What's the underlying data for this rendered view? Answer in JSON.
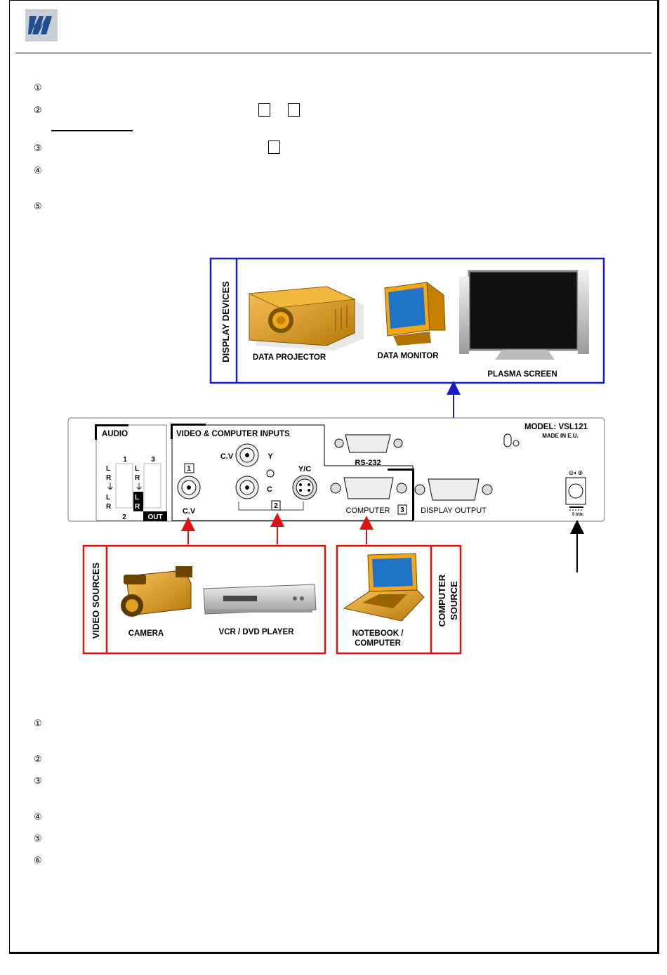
{
  "steps_top": [
    "①",
    "②",
    "③",
    "④",
    "⑤"
  ],
  "steps_bottom": [
    "①",
    "②",
    "③",
    "④",
    "⑤",
    "⑥"
  ],
  "display_devices": {
    "heading": "DISPLAY DEVICES",
    "items": [
      "DATA PROJECTOR",
      "DATA MONITOR",
      "PLASMA SCREEN"
    ],
    "color": "#1a1acc"
  },
  "panel": {
    "audio": "AUDIO",
    "audio_ch1": "1",
    "audio_ch2": "2",
    "audio_ch3": "3",
    "audio_out": "OUT",
    "lr": [
      "L",
      "R",
      "L",
      "R"
    ],
    "inputs_title": "VIDEO & COMPUTER INPUTS",
    "cv_top": "C.V",
    "y": "Y",
    "c": "C",
    "yc": "Y/C",
    "input1": "1",
    "input2": "2",
    "input3": "3",
    "cv_bottom": "C.V",
    "rs232": "RS-232",
    "computer": "COMPUTER",
    "display_output": "DISPLAY OUTPUT",
    "model": "MODEL: VSL121",
    "made_in": "MADE IN E.U.",
    "power": "5 Vdc"
  },
  "video_sources": {
    "heading": "VIDEO SOURCES",
    "items": [
      "CAMERA",
      "VCR / DVD PLAYER"
    ],
    "color": "#dd1111"
  },
  "computer_source": {
    "heading_line1": "COMPUTER",
    "heading_line2": "SOURCE",
    "item_line1": "NOTEBOOK /",
    "item_line2": "COMPUTER"
  }
}
